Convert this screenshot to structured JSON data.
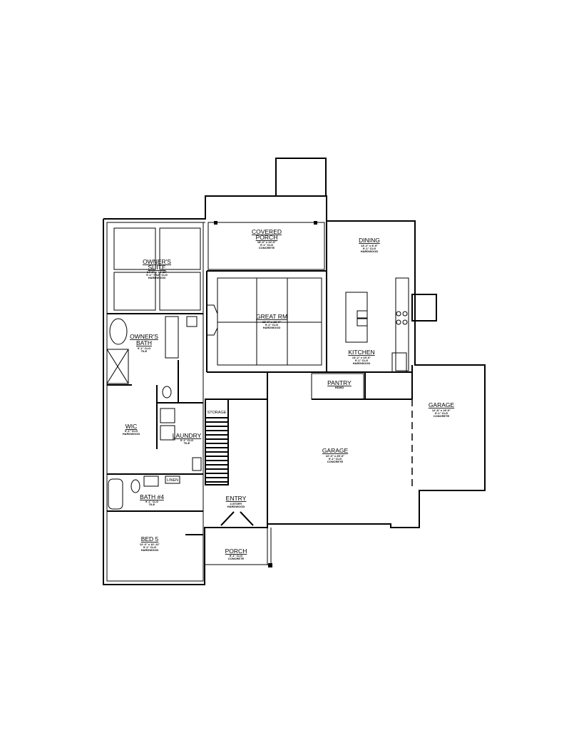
{
  "plan": {
    "rooms": {
      "owners_suite": {
        "name1": "OWNER'S",
        "name2": "SUITE",
        "dims": "14'-0\" x 14'-10\"",
        "ceiling": "9'-1\" TRAY CLG",
        "floor": "HARDWOOD"
      },
      "covered_porch": {
        "name1": "COVERED",
        "name2": "PORCH",
        "dims": "18'-0\" x 12'-0\"",
        "ceiling": "9'-1\" CLG",
        "floor": "CONCRETE"
      },
      "great_rm": {
        "name": "GREAT RM",
        "dims": "18'-0\" x 18'-0\"",
        "ceiling": "9'-1\" CLG",
        "floor": "HARDWOOD"
      },
      "dining": {
        "name": "DINING",
        "dims": "13'-2\" x 8'-9\"",
        "ceiling": "9'-1\" CLG",
        "floor": "HARDWOOD"
      },
      "kitchen": {
        "name": "KITCHEN",
        "dims": "13'-2\" x 15'-0\"",
        "ceiling": "9'-1\" CLG",
        "floor": "HARDWOOD"
      },
      "pantry": {
        "name": "PANTRY",
        "floor": "HDWD"
      },
      "owners_bath": {
        "name1": "OWNER'S",
        "name2": "BATH",
        "ceiling": "9'-1\" CLG",
        "floor": "TILE"
      },
      "wic": {
        "name": "WIC",
        "ceiling": "9'-1\" CLG",
        "floor": "HARDWOOD"
      },
      "laundry": {
        "name": "LAUNDRY",
        "ceiling": "9'-1\" CLG",
        "floor": "TILE"
      },
      "storage": {
        "name": "STORAGE"
      },
      "garage_main": {
        "name": "GARAGE",
        "dims": "22'-0\" x 25'-0\"",
        "ceiling": "9'-1\" CLG",
        "floor": "CONCRETE"
      },
      "garage_side": {
        "name": "GARAGE",
        "dims": "12'-8\" x 19'-0\"",
        "ceiling": "9'-1\" CLG",
        "floor": "CONCRETE"
      },
      "bath4": {
        "name": "BATH #4",
        "ceiling": "9'-1\" CLG",
        "floor": "TILE"
      },
      "linen": {
        "name": "LINEN"
      },
      "entry": {
        "name": "ENTRY",
        "ceiling": "2-STORY",
        "floor": "HARDWOOD"
      },
      "bed5": {
        "name": "BED 5",
        "dims": "12'-0\" x 10'-11\"",
        "ceiling": "9'-1\" CLG",
        "floor": "HARDWOOD"
      },
      "porch": {
        "name": "PORCH",
        "ceiling": "9'-1\" CLG",
        "floor": "CONCRETE"
      }
    }
  }
}
